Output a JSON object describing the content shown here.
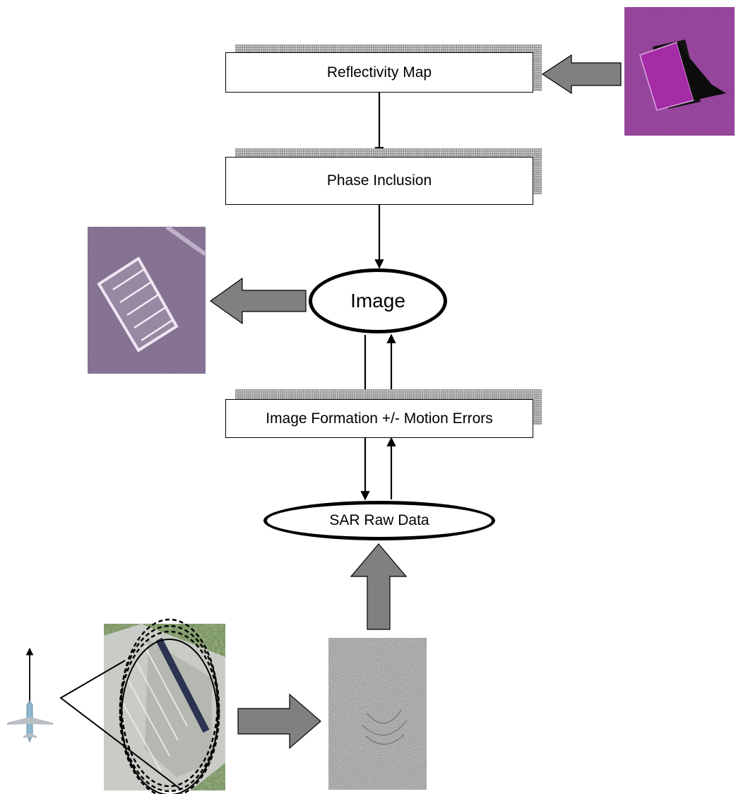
{
  "boxes": {
    "reflectivity": "Reflectivity Map",
    "phase": "Phase Inclusion",
    "formation": "Image Formation +/- Motion Errors"
  },
  "ovals": {
    "image": "Image",
    "raw": "SAR Raw Data"
  },
  "pictures": {
    "reflectivity_sim": "purple simulated building reflectivity image",
    "sar_image": "noisy SAR image of a building",
    "aerial_photo": "aerial photo of a building with dashed antenna footprint ellipses",
    "raw_data": "grey noise-like raw data patch",
    "aircraft": "aircraft icon with upward flight direction arrow"
  },
  "colors": {
    "block_arrow": "#808080",
    "purple_bg": "#3e0a46",
    "purple_building": "#a52ba7"
  }
}
